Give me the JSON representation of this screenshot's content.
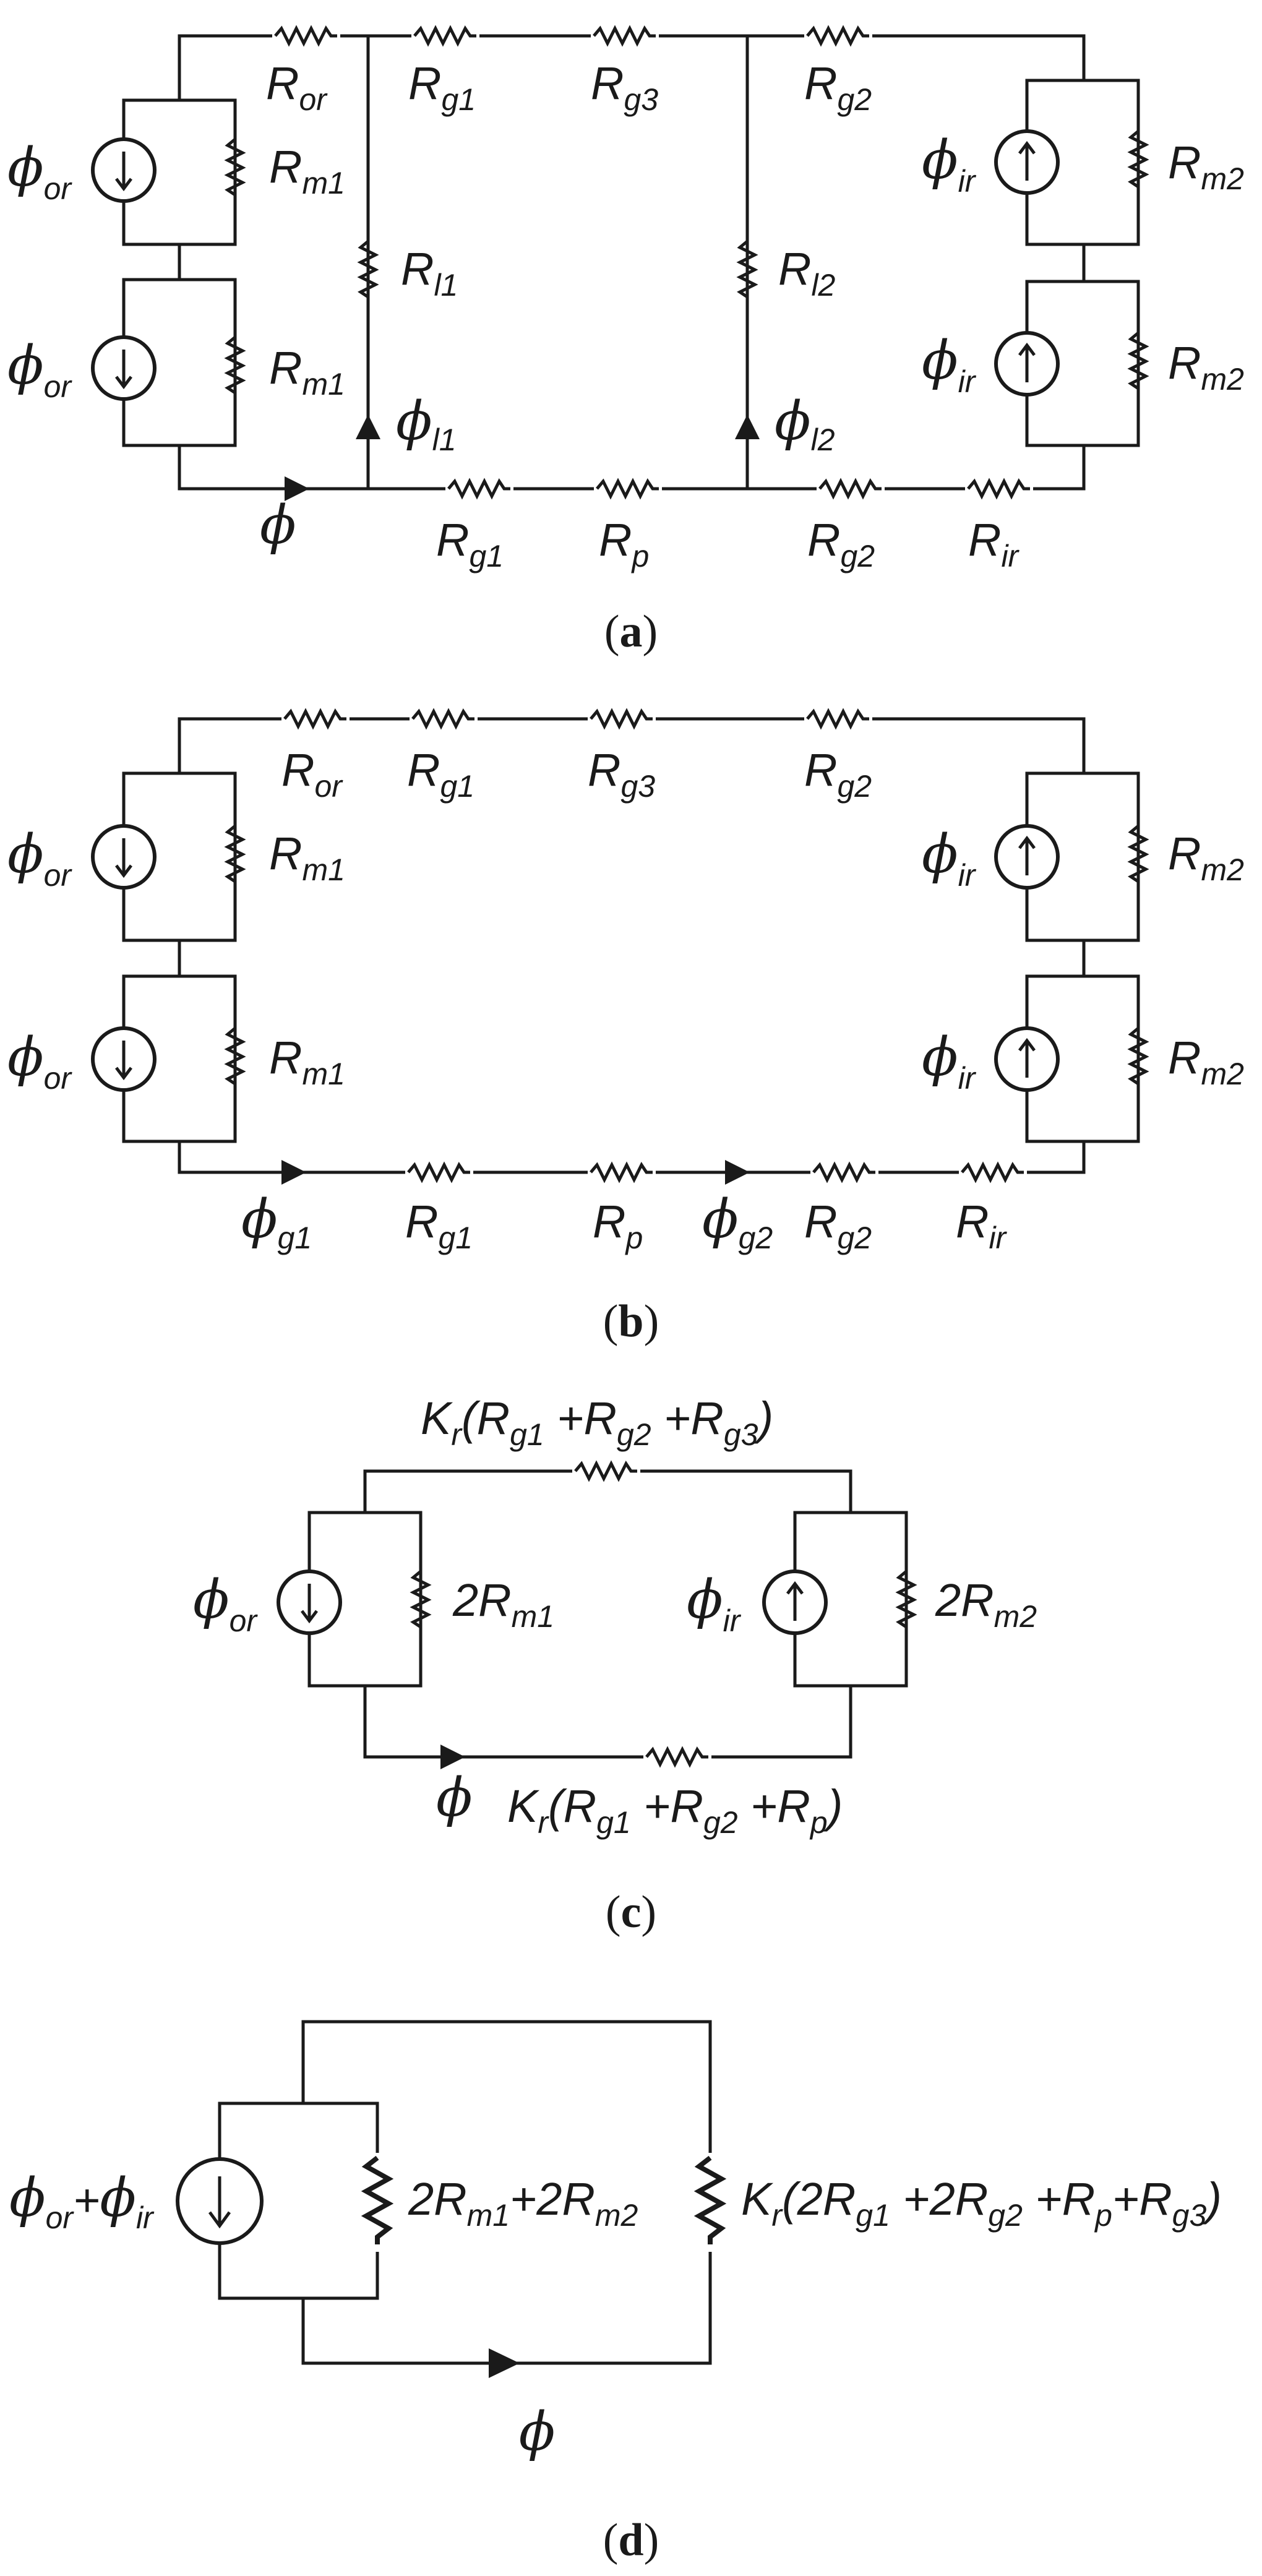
{
  "panels": [
    {
      "id": "a",
      "caption": {
        "open": "(",
        "letter": "a",
        "close": ")"
      },
      "labels": {
        "phi_or_1": {
          "base": "ϕ",
          "sub": "or"
        },
        "phi_or_2": {
          "base": "ϕ",
          "sub": "or"
        },
        "R_m1_1": {
          "base": "R",
          "sub": "m1"
        },
        "R_m1_2": {
          "base": "R",
          "sub": "m1"
        },
        "R_or": {
          "base": "R",
          "sub": "or"
        },
        "R_g1_top": {
          "base": "R",
          "sub": "g1"
        },
        "R_g3": {
          "base": "R",
          "sub": "g3"
        },
        "R_g2_top": {
          "base": "R",
          "sub": "g2"
        },
        "R_l1": {
          "base": "R",
          "sub": "l1"
        },
        "R_l2": {
          "base": "R",
          "sub": "l2"
        },
        "phi_l1": {
          "base": "ϕ",
          "sub": "l1"
        },
        "phi_l2": {
          "base": "ϕ",
          "sub": "l2"
        },
        "phi_ir_1": {
          "base": "ϕ",
          "sub": "ir"
        },
        "phi_ir_2": {
          "base": "ϕ",
          "sub": "ir"
        },
        "R_m2_1": {
          "base": "R",
          "sub": "m2"
        },
        "R_m2_2": {
          "base": "R",
          "sub": "m2"
        },
        "phi": {
          "base": "ϕ",
          "sub": ""
        },
        "R_g1_bot": {
          "base": "R",
          "sub": "g1"
        },
        "R_p": {
          "base": "R",
          "sub": "p"
        },
        "R_g2_bot": {
          "base": "R",
          "sub": "g2"
        },
        "R_ir": {
          "base": "R",
          "sub": "ir"
        }
      }
    },
    {
      "id": "b",
      "caption": {
        "open": "(",
        "letter": "b",
        "close": ")"
      },
      "labels": {
        "phi_or_1": {
          "base": "ϕ",
          "sub": "or"
        },
        "phi_or_2": {
          "base": "ϕ",
          "sub": "or"
        },
        "R_m1_1": {
          "base": "R",
          "sub": "m1"
        },
        "R_m1_2": {
          "base": "R",
          "sub": "m1"
        },
        "R_or": {
          "base": "R",
          "sub": "or"
        },
        "R_g1_top": {
          "base": "R",
          "sub": "g1"
        },
        "R_g3": {
          "base": "R",
          "sub": "g3"
        },
        "R_g2_top": {
          "base": "R",
          "sub": "g2"
        },
        "phi_ir_1": {
          "base": "ϕ",
          "sub": "ir"
        },
        "phi_ir_2": {
          "base": "ϕ",
          "sub": "ir"
        },
        "R_m2_1": {
          "base": "R",
          "sub": "m2"
        },
        "R_m2_2": {
          "base": "R",
          "sub": "m2"
        },
        "phi_g1": {
          "base": "ϕ",
          "sub": "g1"
        },
        "R_g1_bot": {
          "base": "R",
          "sub": "g1"
        },
        "R_p": {
          "base": "R",
          "sub": "p"
        },
        "phi_g2": {
          "base": "ϕ",
          "sub": "g2"
        },
        "R_g2_bot": {
          "base": "R",
          "sub": "g2"
        },
        "R_ir": {
          "base": "R",
          "sub": "ir"
        }
      }
    },
    {
      "id": "c",
      "caption": {
        "open": "(",
        "letter": "c",
        "close": ")"
      },
      "labels": {
        "top_expr": {
          "k": "K",
          "ksub": "r",
          "open": "(",
          "t1": "R",
          "s1": "g1",
          "plus1": " +",
          "t2": "R",
          "s2": "g2",
          "plus2": " +",
          "t3": "R",
          "s3": "g3",
          "close": ")"
        },
        "phi_or": {
          "base": "ϕ",
          "sub": "or"
        },
        "two_R_m1": {
          "pre": "2",
          "base": "R",
          "sub": "m1"
        },
        "phi_ir": {
          "base": "ϕ",
          "sub": "ir"
        },
        "two_R_m2": {
          "pre": "2",
          "base": "R",
          "sub": "m2"
        },
        "phi": {
          "base": "ϕ",
          "sub": ""
        },
        "bot_expr": {
          "k": "K",
          "ksub": "r",
          "open": "(",
          "t1": "R",
          "s1": "g1",
          "plus1": " +",
          "t2": "R",
          "s2": "g2",
          "plus2": " +",
          "t3": "R",
          "s3": "p",
          "close": ")"
        }
      }
    },
    {
      "id": "d",
      "caption": {
        "open": "(",
        "letter": "d",
        "close": ")"
      },
      "labels": {
        "source": {
          "b1": "ϕ",
          "s1": "or",
          "plus": "+",
          "b2": "ϕ",
          "s2": "ir"
        },
        "mid_expr": {
          "p1": "2",
          "b1": "R",
          "s1": "m1",
          "plus": "+2",
          "b2": "R",
          "s2": "m2"
        },
        "right_expr": {
          "k": "K",
          "ksub": "r",
          "open": "(2",
          "t1": "R",
          "s1": "g1",
          "plus1": " +2",
          "t2": "R",
          "s2": "g2",
          "plus2": " +",
          "t3": "R",
          "s3": "p",
          "plus3": "+",
          "t4": "R",
          "s4": "g3",
          "close": ")"
        },
        "phi": {
          "base": "ϕ"
        }
      }
    }
  ]
}
